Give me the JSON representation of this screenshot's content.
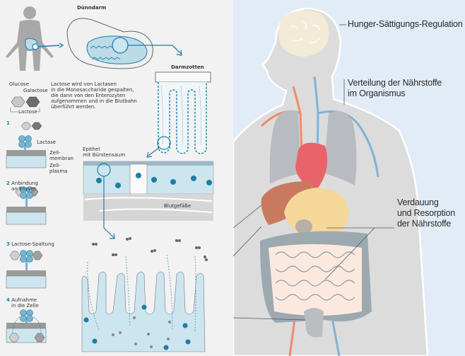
{
  "left_panel": {
    "title_small_intestine": "Dünndarm",
    "title_villi": "Darmzotten",
    "legend": {
      "glucose": "Glucose",
      "galactose": "Galactose",
      "lactose": "Lactose"
    },
    "description": [
      "Lactose wird von Lactasen",
      "in die Monosaccharide gespalten,",
      "die dann von den Enterozyten",
      "aufgenommen und in die Blutbahn",
      "überführt werden."
    ],
    "steps": [
      {
        "number": "1",
        "label": ""
      },
      {
        "number": "2",
        "label": "Anbindung an Enzym"
      },
      {
        "number": "3",
        "label": "Lactose-Spaltung"
      },
      {
        "number": "4",
        "label": "Aufnahme in die Zelle"
      }
    ],
    "step2_lines": [
      "Anbindung",
      "an Enzym"
    ],
    "step4_lines": [
      "Aufnahme",
      "in die Zelle"
    ],
    "step1_labels": {
      "lactase": "Lactase",
      "cell_membrane": [
        "Zell-",
        "membran"
      ],
      "cytoplasm": [
        "Zell-",
        "plasma"
      ]
    },
    "epithelium": [
      "Epithel",
      "mit Bürstensaum"
    ],
    "blood_vessels": "Blutgefäße"
  },
  "right_panel": {
    "labels": {
      "hunger": "Hunger-Sättigungs-Regulation",
      "distribution": [
        "Verteilung der Nährstoffe",
        "im Organismus"
      ],
      "digestion": [
        "Verdauung",
        "und Resorption",
        "der Nährstoffe"
      ]
    }
  },
  "colors": {
    "left_bg": "#f2f2f2",
    "right_bg": "#e2ecf7",
    "accent_blue": "#1d7fa5",
    "light_blue": "#bcdbe8",
    "artery": "#f08a6a",
    "vein": "#7fb2d6",
    "heart": "#e8646a",
    "liver": "#c97a5e",
    "stomach": "#f6d79a",
    "intestine": "#fbe9df"
  }
}
